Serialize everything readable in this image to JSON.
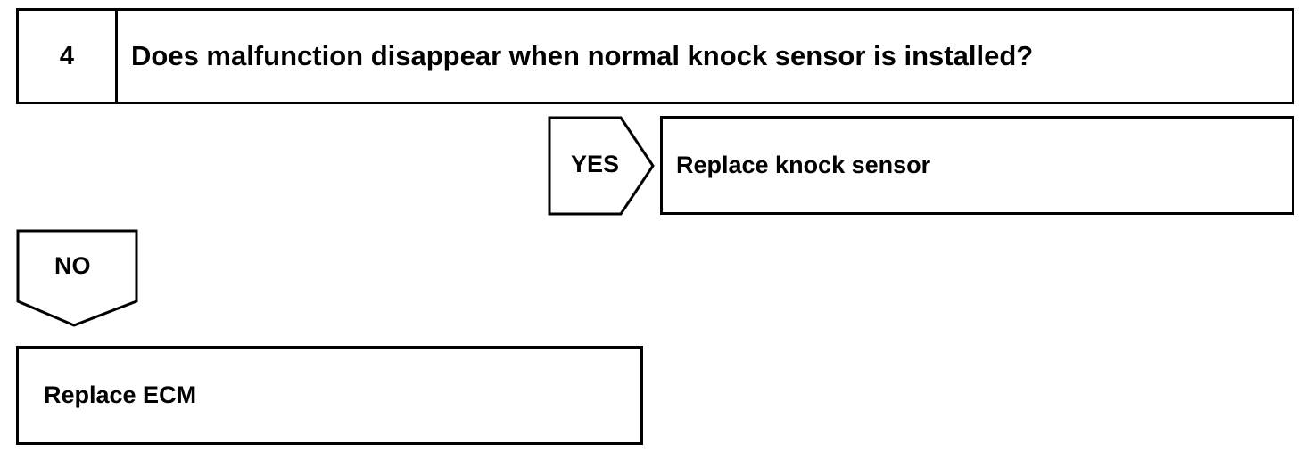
{
  "step": {
    "number": "4",
    "question": "Does malfunction disappear when normal knock sensor is installed?"
  },
  "branches": {
    "yes": {
      "label": "YES",
      "result": "Replace knock sensor"
    },
    "no": {
      "label": "NO",
      "result": "Replace ECM"
    }
  },
  "colors": {
    "line": "#000000",
    "background": "#ffffff"
  }
}
